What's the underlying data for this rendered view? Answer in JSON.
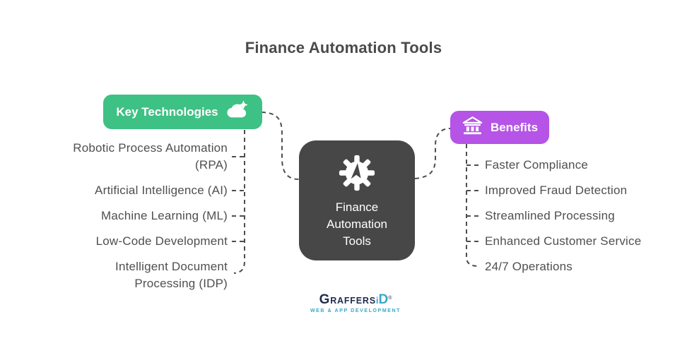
{
  "title": "Finance Automation Tools",
  "colors": {
    "center_node_bg": "#474747",
    "key_technologies_bg": "#3EC184",
    "benefits_bg": "#B554E6",
    "connector": "#4D4D4D",
    "item_text": "#4F4F4F",
    "logo_navy": "#1F2B4E",
    "logo_teal": "#3AA8C8"
  },
  "center_node": {
    "label": "Finance Automation Tools",
    "icon": "gear-cursor-icon"
  },
  "left_branch": {
    "label": "Key Technologies",
    "icon": "cloud-sparkle-icon",
    "items": [
      "Robotic Process Automation (RPA)",
      "Artificial Intelligence (AI)",
      "Machine Learning (ML)",
      "Low-Code Development",
      "Intelligent Document Processing (IDP)"
    ]
  },
  "right_branch": {
    "label": "Benefits",
    "icon": "bank-icon",
    "items": [
      "Faster Compliance",
      "Improved Fraud Detection",
      "Streamlined Processing",
      "Enhanced Customer Service",
      "24/7 Operations"
    ]
  },
  "logo": {
    "brand_primary": "GRAFFERS",
    "brand_accent": "iD",
    "registered": "®",
    "tagline": "WEB & APP DEVELOPMENT"
  }
}
